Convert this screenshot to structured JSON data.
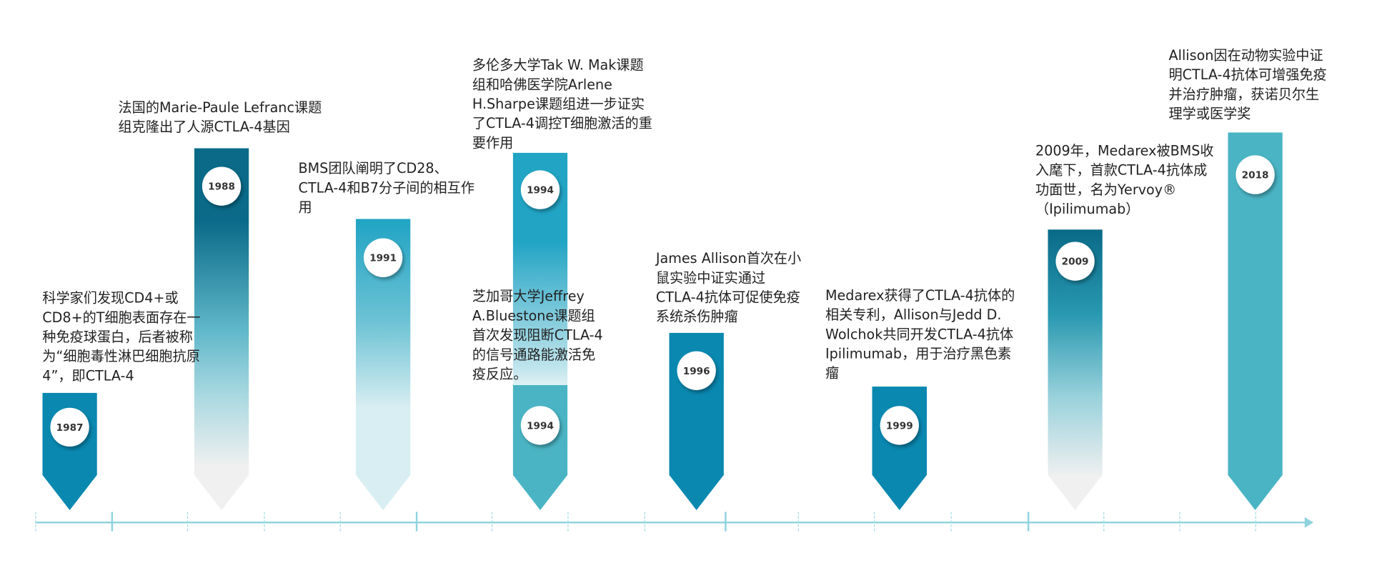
{
  "colors": {
    "dark_blue": "#0a88b0",
    "dark_teal": "#0a6a88",
    "teal": "#22a4c4",
    "light_teal": "#4ab4c4",
    "axis": "#8fd3de"
  },
  "events": [
    {
      "year": "1987",
      "text": "科学家们发现CD4+或CD8+的T细胞表面存在一种免疫球蛋白，后者被称为“细胞毒性淋巴细胞抗原4”，即CTLA-4"
    },
    {
      "year": "1988",
      "text": "法国的Marie-Paule Lefranc课题组克隆出了人源CTLA-4基因"
    },
    {
      "year": "1991",
      "text": "BMS团队阐明了CD28、CTLA-4和B7分子间的相互作用"
    },
    {
      "year": "1994",
      "text": "多伦多大学Tak W. Mak课题组和哈佛医学院Arlene H.Sharpe课题组进一步证实了CTLA-4调控T细胞激活的重要作用"
    },
    {
      "year": "1994",
      "text": "芝加哥大学Jeffrey A.Bluestone课题组首次发现阻断CTLA-4的信号通路能激活免疫反应。"
    },
    {
      "year": "1996",
      "text": "James Allison首次在小鼠实验中证实通过CTLA-4抗体可促使免疫系统杀伤肿瘤"
    },
    {
      "year": "1999",
      "text": "Medarex获得了CTLA-4抗体的相关专利，Allison与Jedd D. Wolchok共同开发CTLA-4抗体Ipilimumab，用于治疗黑色素瘤"
    },
    {
      "year": "2009",
      "text": "2009年，Medarex被BMS收入麾下，首款CTLA-4抗体成功面世，名为Yervoy®（Ipilimumab）"
    },
    {
      "year": "2018",
      "text": "Allison因在动物实验中证明CTLA-4抗体可增强免疫并治疗肿瘤，获诺贝尔生理学或医学奖"
    }
  ]
}
